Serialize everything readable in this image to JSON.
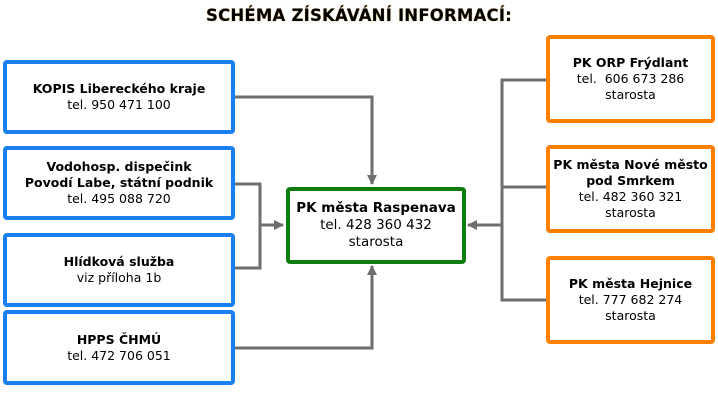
{
  "title": "SCHÉMA ZÍSKÁVÁNÍ INFORMACÍ:",
  "colors": {
    "sources_border": "#1a7ff0",
    "center_border": "#0e7d0e",
    "partners_border": "#ff8000",
    "connector": "#6e6e6e"
  },
  "sources": [
    {
      "name": "KOPIS Libereckého kraje",
      "lines": [
        "tel. 950 471 100"
      ]
    },
    {
      "name": "Vodohosp. dispečink",
      "name2": "Povodí Labe, státní podnik",
      "lines": [
        "tel. 495 088 720"
      ]
    },
    {
      "name": "Hlídková služba",
      "lines": [
        "viz příloha 1b"
      ]
    },
    {
      "name": "HPPS ČHMÚ",
      "lines": [
        "tel. 472 706 051"
      ]
    }
  ],
  "center": {
    "name": "PK města Raspenava",
    "phone": "tel. 428 360 432",
    "role": "starosta"
  },
  "partners": [
    {
      "name": "PK ORP Frýdlant",
      "phone": "tel.  606 673 286",
      "role": "starosta"
    },
    {
      "name": "PK města Nové město",
      "name2": "pod Smrkem",
      "phone": "tel. 482 360 321",
      "role": "starosta"
    },
    {
      "name": "PK města Hejnice",
      "phone": "tel. 777 682 274",
      "role": "starosta"
    }
  ]
}
